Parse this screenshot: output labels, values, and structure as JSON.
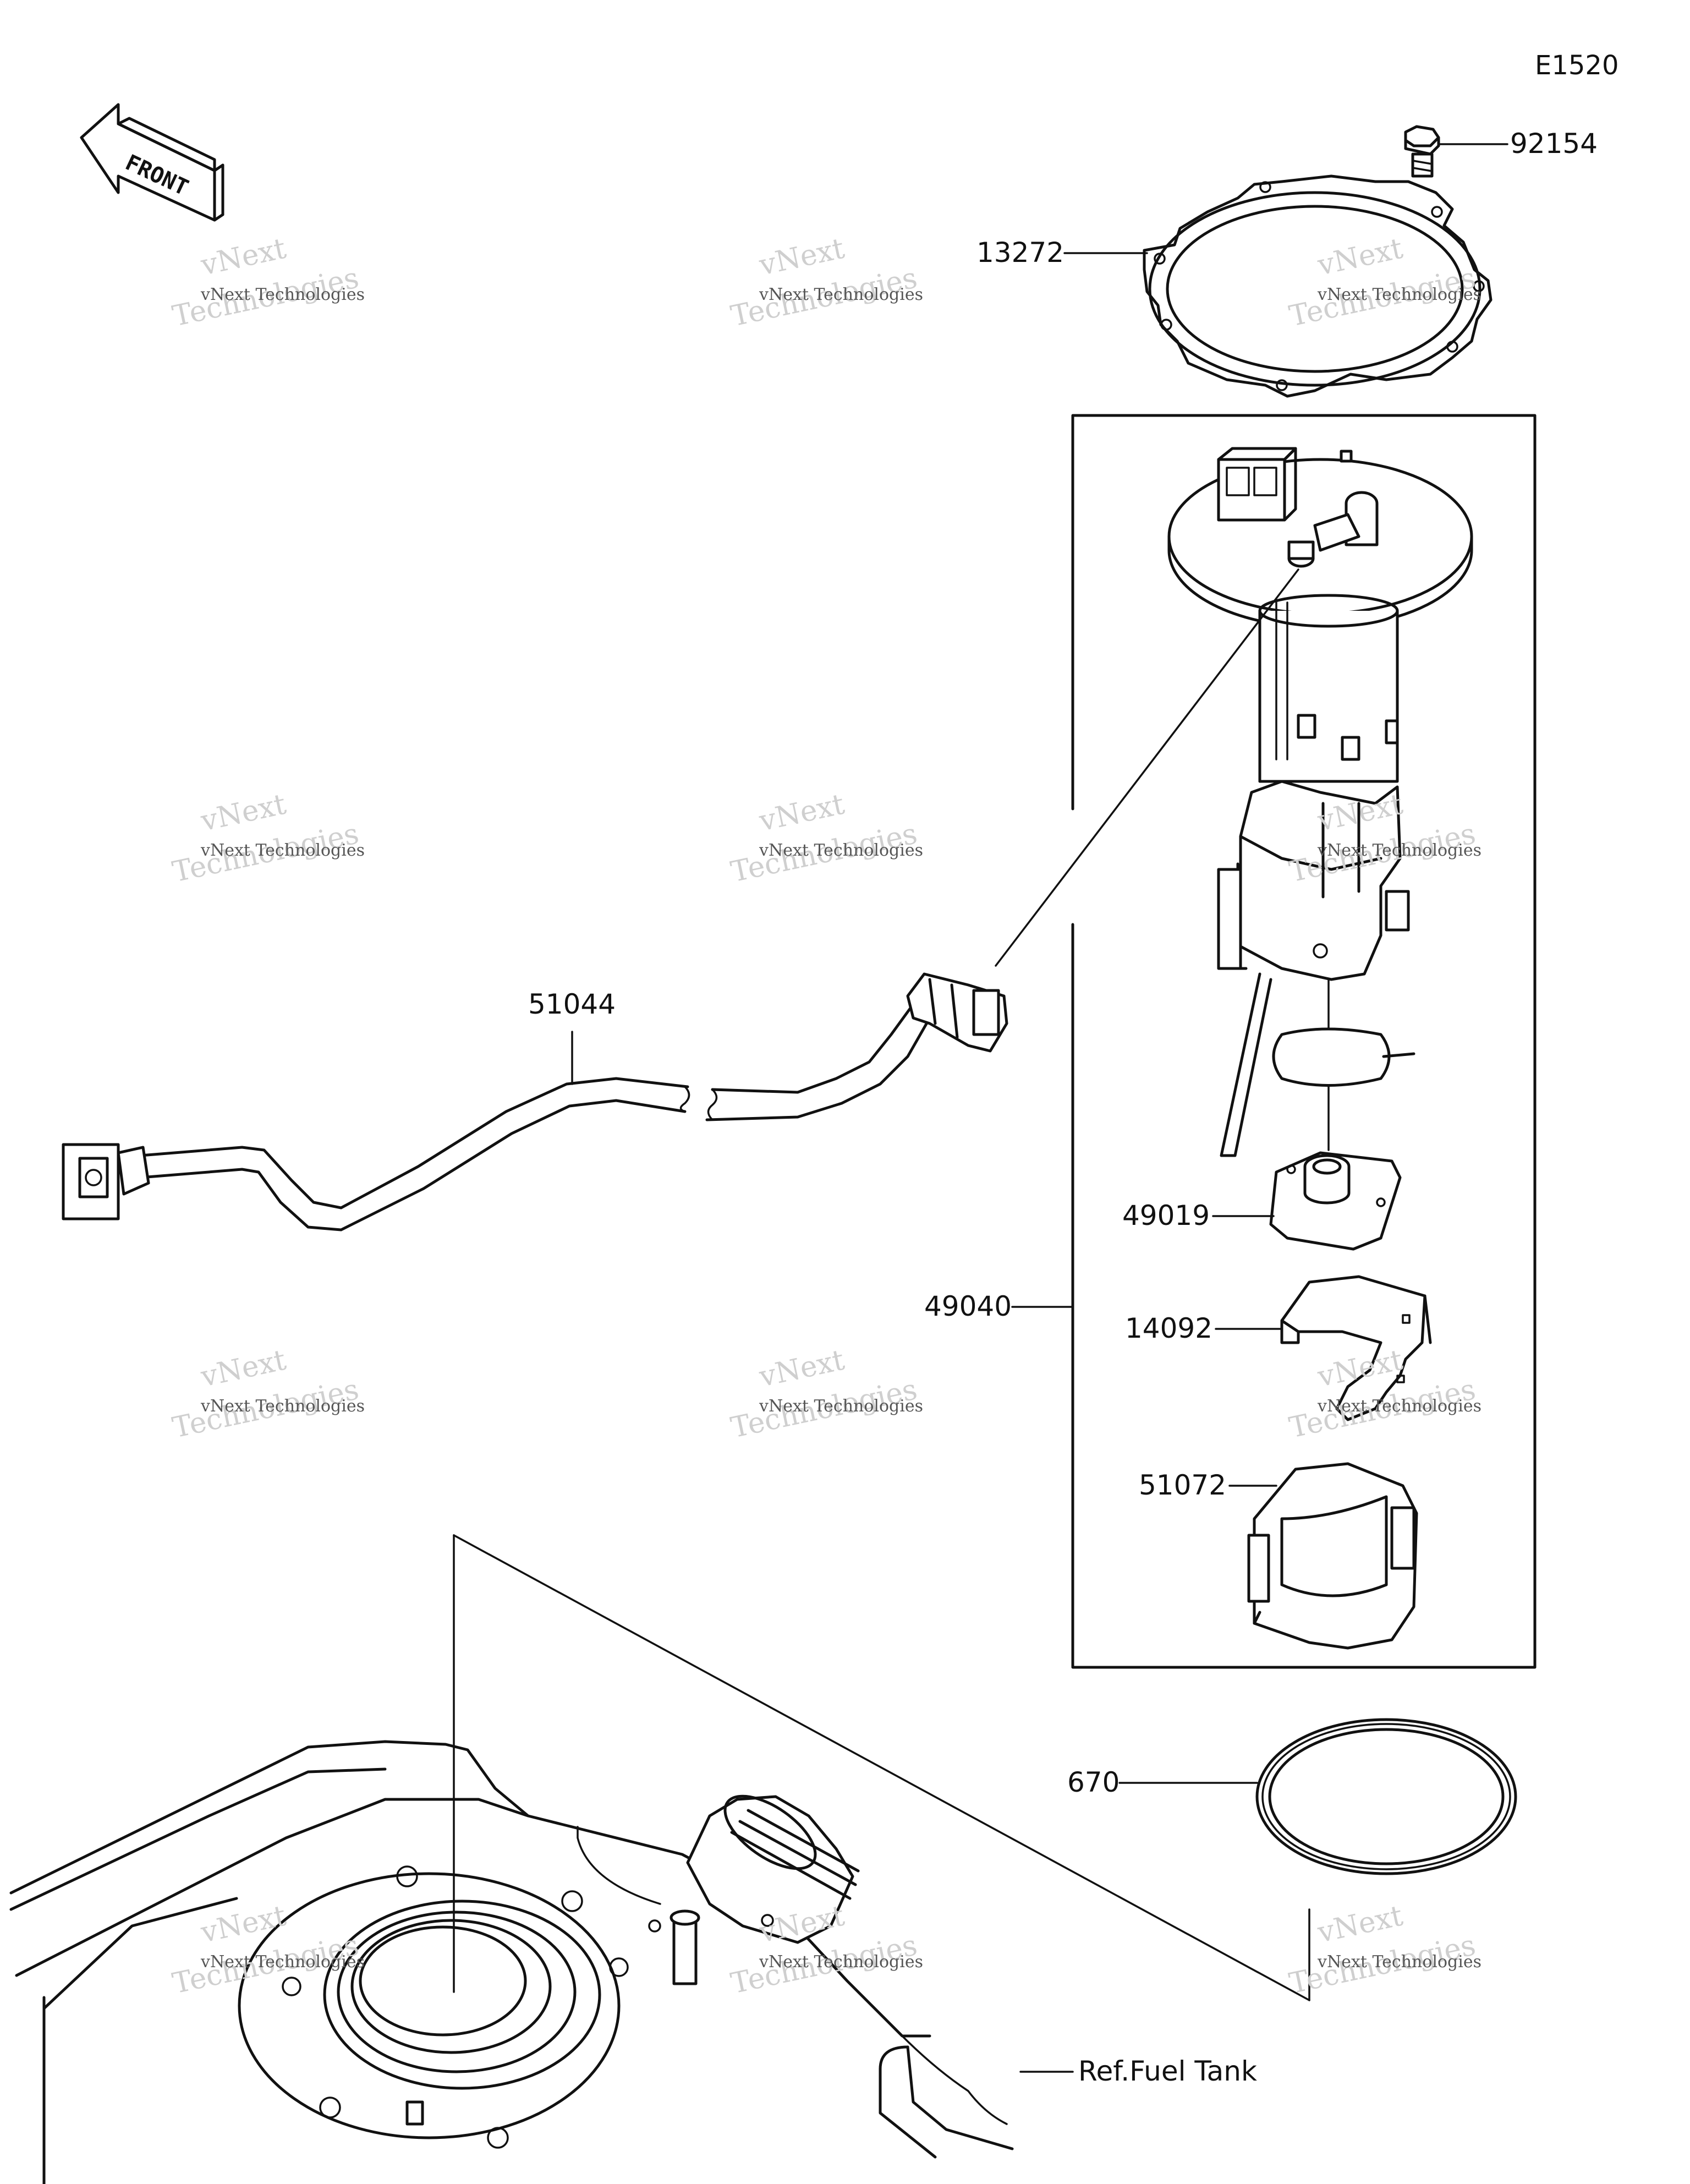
{
  "diagram_code": "E1520",
  "front_label": "FRONT",
  "watermark": {
    "line1": "vNext Technologies",
    "line2": "Technologies",
    "line3": "vNext"
  },
  "parts": {
    "p92154": "92154",
    "p13272": "13272",
    "p51044": "51044",
    "p49019": "49019",
    "p49040": "49040",
    "p14092": "14092",
    "p51072": "51072",
    "p670": "670",
    "ref_fuel_tank": "Ref.Fuel Tank"
  }
}
